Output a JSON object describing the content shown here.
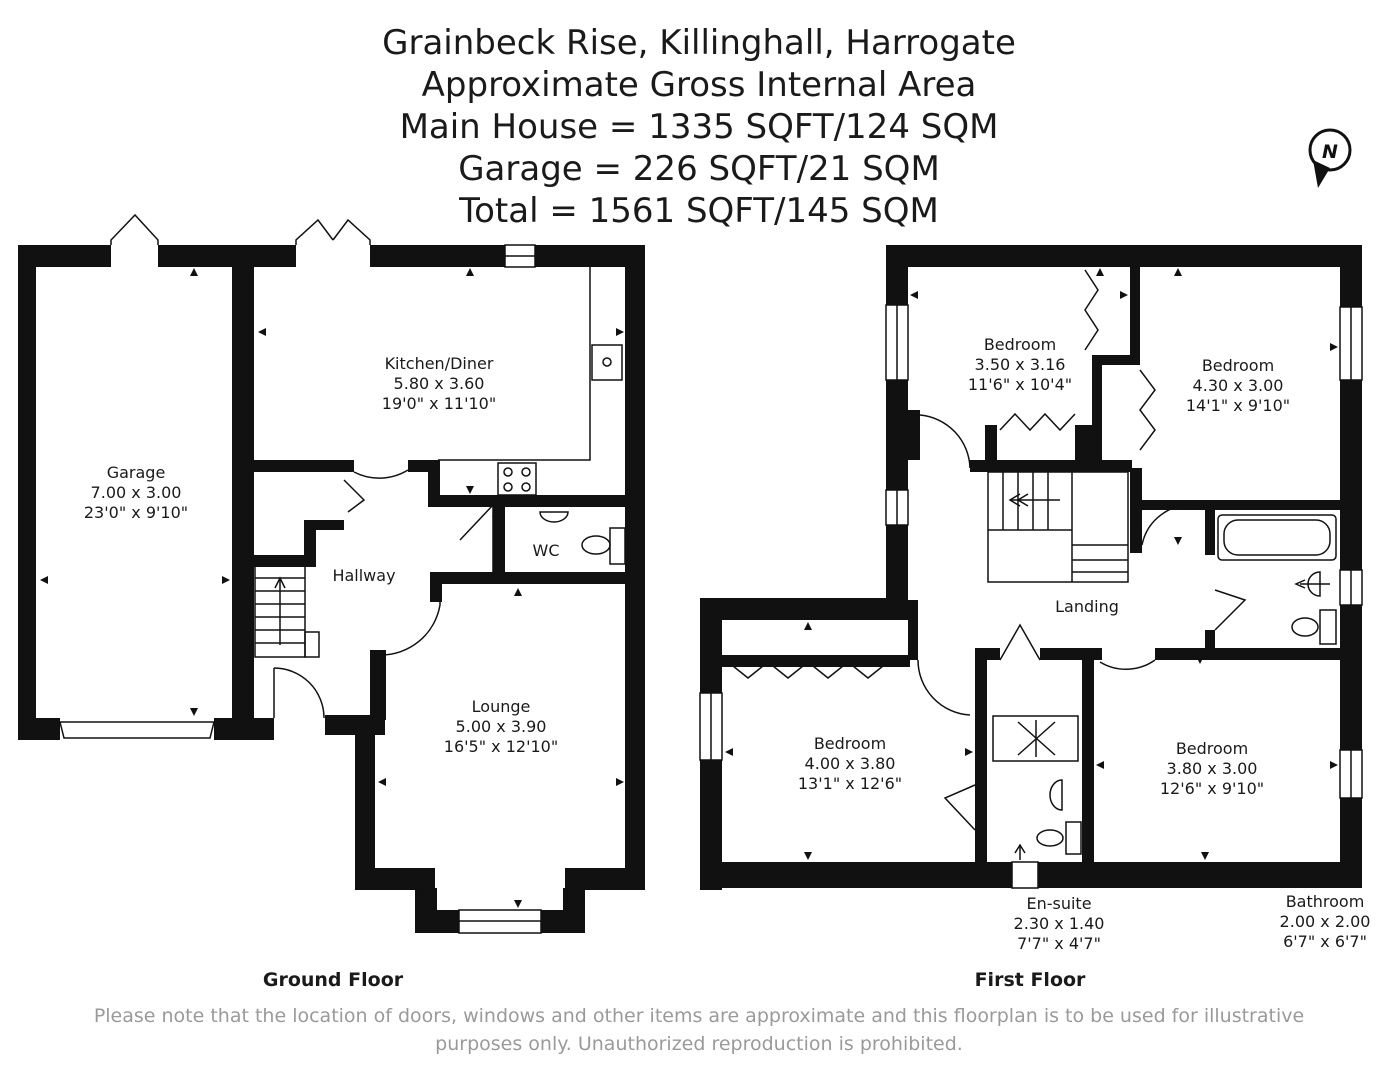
{
  "header": {
    "lines": [
      "Grainbeck Rise, Killinghall, Harrogate",
      "Approximate Gross Internal Area",
      "Main House = 1335 SQFT/124 SQM",
      "Garage = 226 SQFT/21 SQM",
      "Total = 1561 SQFT/145 SQM"
    ]
  },
  "compass": {
    "letter": "N",
    "icon": "north-compass-icon"
  },
  "ground_floor": {
    "label": "Ground Floor",
    "rooms": {
      "garage": {
        "name": "Garage",
        "metric": "7.00 x 3.00",
        "imperial": "23'0\" x 9'10\""
      },
      "kitchen": {
        "name": "Kitchen/Diner",
        "metric": "5.80 x 3.60",
        "imperial": "19'0\" x 11'10\""
      },
      "hallway": {
        "name": "Hallway"
      },
      "wc": {
        "name": "WC"
      },
      "lounge": {
        "name": "Lounge",
        "metric": "5.00 x 3.90",
        "imperial": "16'5\" x 12'10\""
      }
    }
  },
  "first_floor": {
    "label": "First Floor",
    "rooms": {
      "bedroom_a": {
        "name": "Bedroom",
        "metric": "3.50 x 3.16",
        "imperial": "11'6\" x 10'4\""
      },
      "bedroom_b": {
        "name": "Bedroom",
        "metric": "4.30 x 3.00",
        "imperial": "14'1\" x 9'10\""
      },
      "landing": {
        "name": "Landing"
      },
      "bedroom_c": {
        "name": "Bedroom",
        "metric": "4.00 x 3.80",
        "imperial": "13'1\" x 12'6\""
      },
      "bedroom_d": {
        "name": "Bedroom",
        "metric": "3.80 x 3.00",
        "imperial": "12'6\" x 9'10\""
      },
      "ensuite": {
        "name": "En-suite",
        "metric": "2.30 x 1.40",
        "imperial": "7'7\" x 4'7\""
      },
      "bathroom": {
        "name": "Bathroom",
        "metric": "2.00 x 2.00",
        "imperial": "6'7\" x 6'7\""
      }
    }
  },
  "footer": {
    "disclaimer_line1": "Please note that the location of doors, windows and other items are approximate and this floorplan is to be used for illustrative",
    "disclaimer_line2": "purposes only. Unauthorized reproduction is prohibited."
  }
}
